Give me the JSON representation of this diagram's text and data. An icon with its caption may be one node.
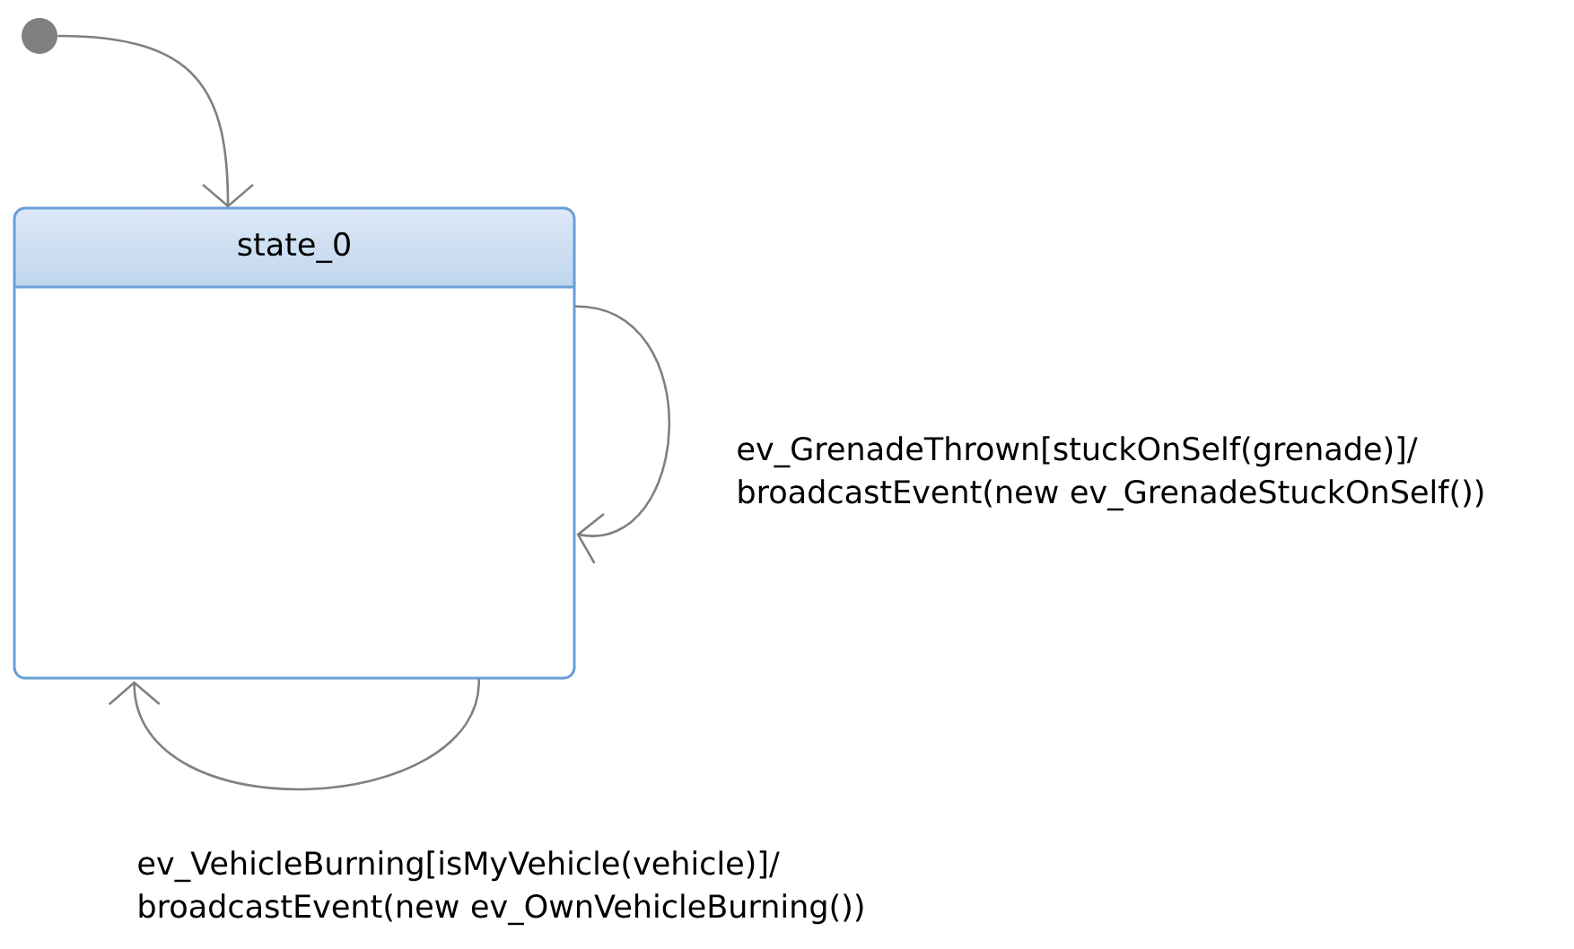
{
  "diagram": {
    "nodes": [
      {
        "text": [],
        "shape": "circle"
      },
      {
        "text": [
          "state_0"
        ]
      }
    ],
    "edges": [
      {
        "from": 0,
        "to": 1,
        "arrow": "to"
      },
      {
        "from": 1,
        "to": 1,
        "arrow": "to",
        "label": "ev_GrenadeThrown[stuckOnSelf(grenade)]/ broadcastEvent(new ev_GrenadeStuckOnSelf())"
      },
      {
        "from": 1,
        "to": 1,
        "arrow": "to",
        "label": "ev_VehicleBurning[isMyVehicle(vehicle)]/ broadcastEvent(new ev_OwnVehicleBurning())"
      }
    ]
  }
}
